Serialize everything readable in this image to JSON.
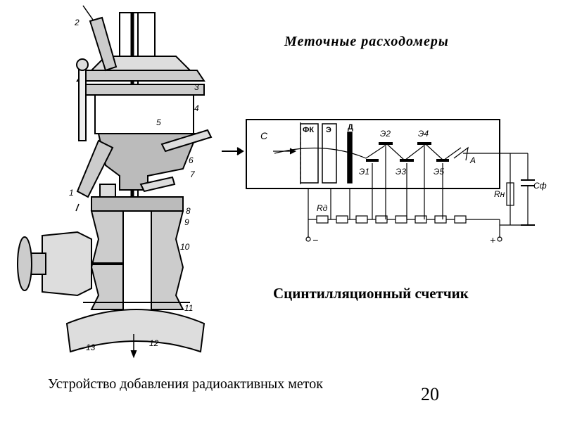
{
  "title": "Меточные расходомеры",
  "subtitle": "Сцинтилляционный счетчик",
  "caption": "Устройство добавления радиоактивных меток",
  "page_number": "20",
  "device_labels": [
    "1",
    "2",
    "3",
    "4",
    "5",
    "6",
    "7",
    "8",
    "9",
    "10",
    "11",
    "12",
    "13"
  ],
  "circuit": {
    "source": "С",
    "photocathode": "ФК",
    "electrode": "Э",
    "diaphragm": "Д",
    "dynodes": [
      "Э1",
      "Э2",
      "Э3",
      "Э4",
      "Э5"
    ],
    "anode": "А",
    "resistor_divider": "Rд",
    "load_resistor": "Rн",
    "capacitor": "Сф",
    "minus_terminal": "−",
    "plus_terminal": "+"
  }
}
